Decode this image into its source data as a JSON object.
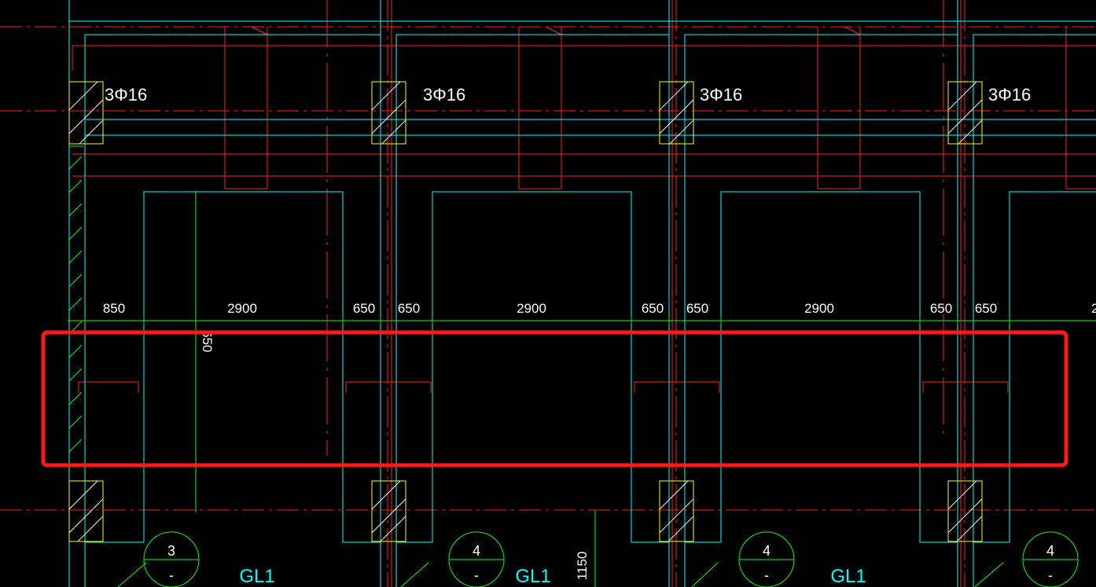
{
  "colors": {
    "background": "#000000",
    "wall": "#00ffff",
    "axis": "#ff2020",
    "column": "#ffff00",
    "dimension": "#00ff00",
    "text": "#ffffff",
    "beam_text": "#00ffff",
    "highlight": "#ff1a1a"
  },
  "rebar_label": "3Φ16",
  "dimensions": {
    "row1": [
      "850",
      "2900",
      "650",
      "650",
      "2900",
      "650",
      "650",
      "2900",
      "650",
      "650",
      "2"
    ],
    "vertical_1": "650",
    "vertical_2": "1150"
  },
  "bubbles": [
    {
      "top": "3",
      "bottom": "-"
    },
    {
      "top": "4",
      "bottom": "-"
    },
    {
      "top": "4",
      "bottom": "-"
    },
    {
      "top": "4",
      "bottom": "-"
    }
  ],
  "beam_labels": [
    "GL1",
    "GL1",
    "GL1"
  ],
  "highlight": {
    "label": "selected region"
  }
}
